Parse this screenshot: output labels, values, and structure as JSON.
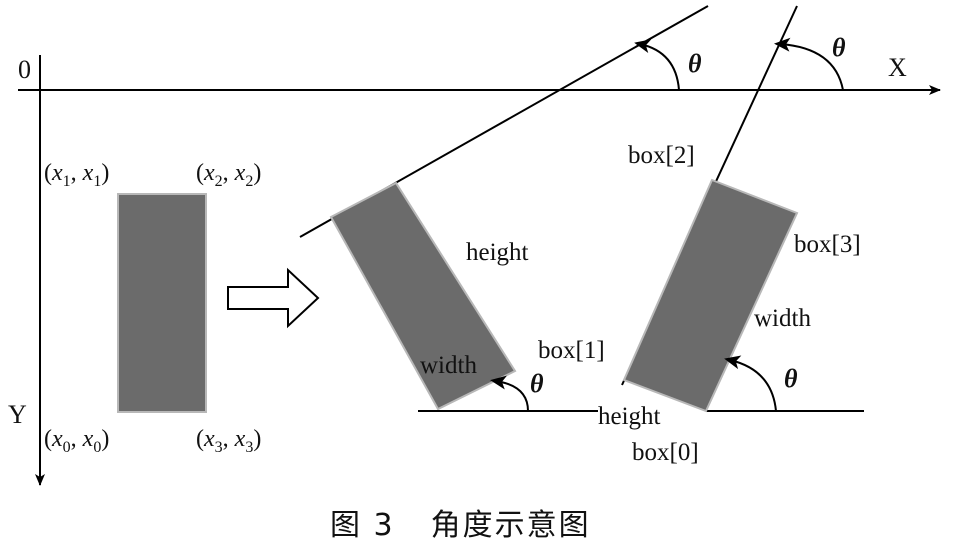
{
  "axes": {
    "origin": "0",
    "x_label": "X",
    "y_label": "Y"
  },
  "coords": {
    "top_left": {
      "a": "x",
      "a_sub": "1",
      "b": "x",
      "b_sub": "1"
    },
    "top_right": {
      "a": "x",
      "a_sub": "2",
      "b": "x",
      "b_sub": "2"
    },
    "bottom_left": {
      "a": "x",
      "a_sub": "0",
      "b": "x",
      "b_sub": "0"
    },
    "bottom_right": {
      "a": "x",
      "a_sub": "3",
      "b": "x",
      "b_sub": "3"
    }
  },
  "middle_box": {
    "height_label": "height",
    "width_label": "width"
  },
  "right_box": {
    "box0": "box[0]",
    "box1": "box[1]",
    "box2": "box[2]",
    "box3": "box[3]",
    "width_label": "width",
    "height_label": "height"
  },
  "theta": "θ",
  "caption": {
    "figure": "图 3",
    "title": "角度示意图"
  },
  "colors": {
    "box_fill": "#6b6b6b",
    "box_stroke": "#b8b8b8",
    "line": "#000000"
  }
}
